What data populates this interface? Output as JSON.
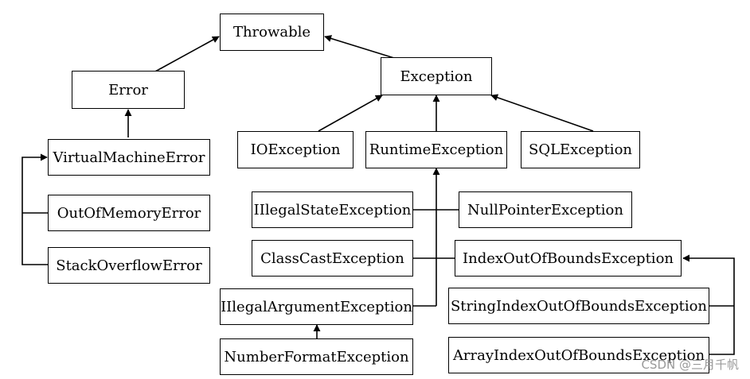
{
  "nodes": {
    "throwable": "Throwable",
    "error": "Error",
    "exception": "Exception",
    "virtual_machine_error": "VirtualMachineError",
    "out_of_memory_error": "OutOfMemoryError",
    "stack_overflow_error": "StackOverflowError",
    "io_exception": "IOException",
    "runtime_exception": "RuntimeException",
    "sql_exception": "SQLException",
    "illegal_state_exception": "IIlegalStateException",
    "null_pointer_exception": "NullPointerException",
    "class_cast_exception": "ClassCastException",
    "index_out_of_bounds_exception": "IndexOutOfBoundsException",
    "illegal_argument_exception": "IIlegalArgumentException",
    "string_index_out_of_bounds_exception": "StringIndexOutOfBoundsException",
    "number_format_exception": "NumberFormatException",
    "array_index_out_of_bounds_exception": "ArrayIndexOutOfBoundsException"
  },
  "watermark": "CSDN @三月千帆"
}
